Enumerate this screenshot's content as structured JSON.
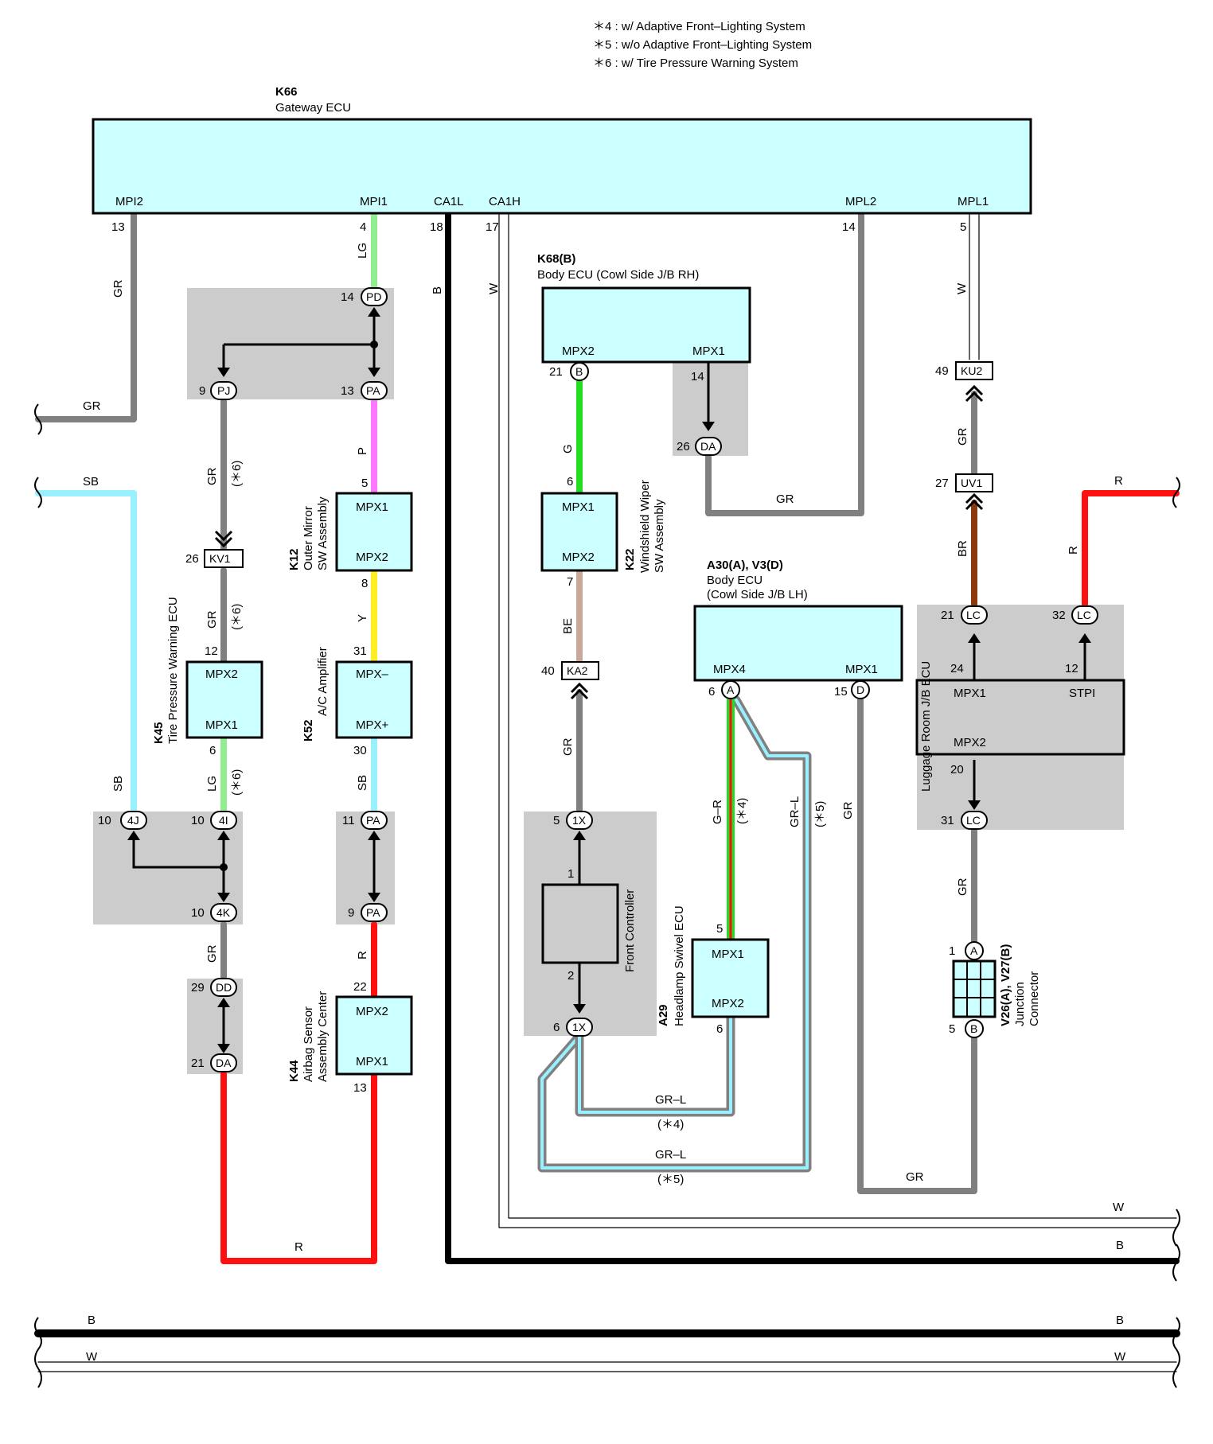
{
  "notes": [
    "＊4 : w/ Adaptive Front–Lighting System",
    "＊5 : w/o Adaptive Front–Lighting System",
    "＊6 : w/ Tire Pressure Warning System"
  ],
  "colors": {
    "B": "#000000",
    "W": "#ffffff",
    "GR": "#808080",
    "LG": "#90ee90",
    "P": "#ff77ff",
    "G": "#22dd22",
    "BE": "#c8a898",
    "BR": "#8b3a0f",
    "R": "#ff1010",
    "SB": "#99f0ff",
    "Y": "#ffee22",
    "ecu_fill": "#ccffff",
    "shade": "#cccccc"
  },
  "components": {
    "k66": {
      "code": "K66",
      "name": "Gateway ECU",
      "pins": {
        "mpi2": "MPI2",
        "mpi1": "MPI1",
        "ca1l": "CA1L",
        "ca1h": "CA1H",
        "mpl2": "MPL2",
        "mpl1": "MPL1"
      },
      "pin_numbers": {
        "mpi2": "13",
        "mpi1": "4",
        "ca1l": "18",
        "ca1h": "17",
        "mpl2": "14",
        "mpl1": "5"
      }
    },
    "k68": {
      "code": "K68(B)",
      "name": "Body ECU (Cowl Side J/B RH)",
      "pins": {
        "mpx2": "MPX2",
        "mpx1": "MPX1"
      },
      "pin_numbers": {
        "mpx2": "21",
        "mpx1": "14"
      }
    },
    "a30": {
      "code": "A30(A), V3(D)",
      "name1": "Body ECU",
      "name2": "(Cowl Side J/B LH)",
      "pins": {
        "mpx4": "MPX4",
        "mpx1": "MPX1"
      },
      "pin_numbers": {
        "mpx4": "6",
        "mpx1": "15"
      }
    },
    "k12": {
      "code": "K12",
      "name1": "Outer Mirror",
      "name2": "SW Assembly",
      "pins": {
        "mpx1": "MPX1",
        "mpx2": "MPX2"
      },
      "pin_numbers": {
        "mpx1": "5",
        "mpx2": "8"
      }
    },
    "k52": {
      "code": "K52",
      "name": "A/C Amplifier",
      "pins": {
        "a": "MPX–",
        "b": "MPX+"
      },
      "pin_numbers": {
        "a": "31",
        "b": "30"
      }
    },
    "k44": {
      "code": "K44",
      "name1": "Airbag Sensor",
      "name2": "Assembly Center",
      "pins": {
        "mpx2": "MPX2",
        "mpx1": "MPX1"
      },
      "pin_numbers": {
        "mpx2": "22",
        "mpx1": "13"
      }
    },
    "k45": {
      "code": "K45",
      "name": "Tire Pressure Warning ECU",
      "pins": {
        "mpx2": "MPX2",
        "mpx1": "MPX1"
      },
      "pin_numbers": {
        "mpx2": "12",
        "mpx1": "6"
      }
    },
    "k22": {
      "code": "K22",
      "name1": "Windshield Wiper",
      "name2": "SW Assembly",
      "pins": {
        "mpx1": "MPX1",
        "mpx2": "MPX2"
      },
      "pin_numbers": {
        "mpx1": "6",
        "mpx2": "7"
      }
    },
    "front": {
      "name": "Front Controller",
      "pin_numbers": {
        "top": "1",
        "bottom": "2"
      }
    },
    "a29": {
      "code": "A29",
      "name": "Headlamp Swivel ECU",
      "pins": {
        "mpx1": "MPX1",
        "mpx2": "MPX2"
      },
      "pin_numbers": {
        "mpx1": "5",
        "mpx2": "6"
      }
    },
    "lr": {
      "name": "Luggage Room J/B ECU",
      "pins": {
        "mpx1": "MPX1",
        "stpi": "STPI",
        "mpx2": "MPX2"
      },
      "pin_numbers": {
        "mpx1": "24",
        "stpi": "12",
        "mpx2": "20"
      }
    },
    "v26": {
      "code": "V26(A), V27(B)",
      "name1": "Junction",
      "name2": "Connector",
      "pin_numbers": {
        "a": "1",
        "b": "5"
      }
    }
  },
  "connectors": {
    "pd": {
      "id": "PD",
      "pin": "14"
    },
    "pj": {
      "id": "PJ",
      "pin": "9"
    },
    "pa_top": {
      "id": "PA",
      "pin": "13"
    },
    "kv1": {
      "id": "KV1",
      "pin": "26"
    },
    "c4j": {
      "id": "4J",
      "pin": "10"
    },
    "c4i": {
      "id": "4I",
      "pin": "10"
    },
    "c4k": {
      "id": "4K",
      "pin": "10"
    },
    "dd": {
      "id": "DD",
      "pin": "29"
    },
    "da_left": {
      "id": "DA",
      "pin": "21"
    },
    "pa_11": {
      "id": "PA",
      "pin": "11"
    },
    "pa_9": {
      "id": "PA",
      "pin": "9"
    },
    "k68b": {
      "id": "B"
    },
    "da_k68": {
      "id": "DA",
      "pin": "26"
    },
    "ka2": {
      "id": "KA2",
      "pin": "40"
    },
    "x1_top": {
      "id": "1X",
      "pin": "5"
    },
    "x1_bot": {
      "id": "1X",
      "pin": "6"
    },
    "a30a": {
      "id": "A"
    },
    "a30d": {
      "id": "D"
    },
    "ku2": {
      "id": "KU2",
      "pin": "49"
    },
    "uv1": {
      "id": "UV1",
      "pin": "27"
    },
    "lc21": {
      "id": "LC",
      "pin": "21"
    },
    "lc32": {
      "id": "LC",
      "pin": "32"
    },
    "lc31": {
      "id": "LC",
      "pin": "31"
    },
    "ja": {
      "id": "A"
    },
    "jb": {
      "id": "B"
    }
  },
  "wires": {
    "gr": "GR",
    "lg": "LG",
    "p": "P",
    "y": "Y",
    "r": "R",
    "sb": "SB",
    "b": "B",
    "w": "W",
    "g": "G",
    "be": "BE",
    "br": "BR",
    "gr_r": "G–R",
    "gr_l": "GR–L",
    "n4": "(＊4)",
    "n5": "(＊5)",
    "n6": "(＊6)"
  }
}
